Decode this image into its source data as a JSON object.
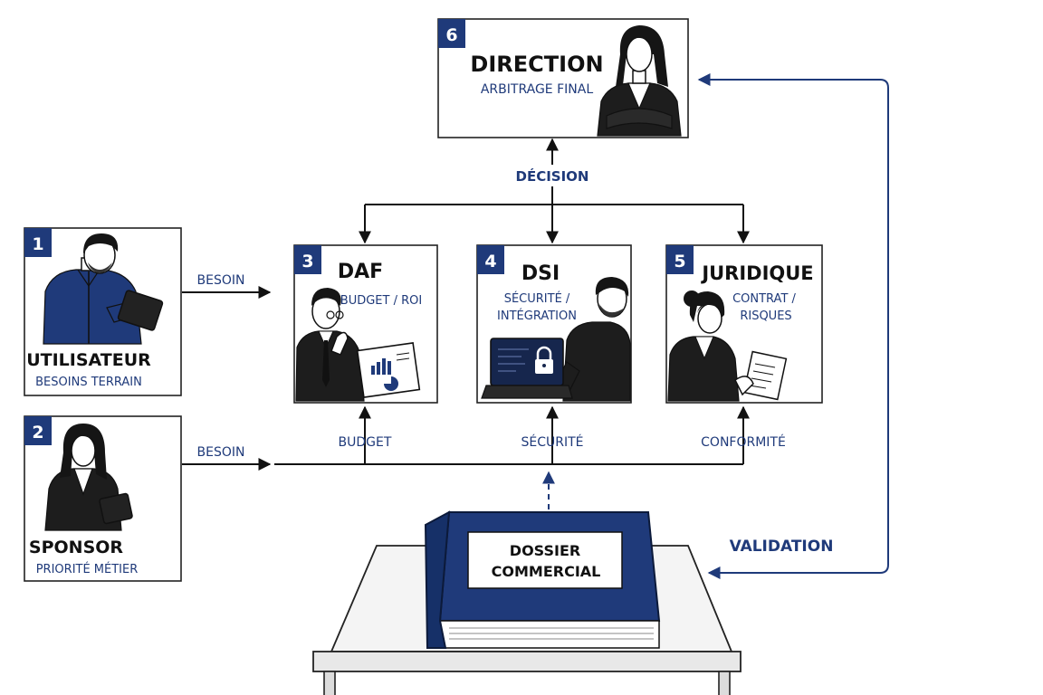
{
  "colors": {
    "navy": "#1f3a7a",
    "ink": "#111111",
    "paper": "#ffffff"
  },
  "actors": [
    {
      "number": "1",
      "title": "UTILISATEUR",
      "subtitle": "BESOINS TERRAIN",
      "icon": "man-with-tablet-icon"
    },
    {
      "number": "2",
      "title": "SPONSOR",
      "subtitle": "PRIORITÉ MÉTIER",
      "icon": "woman-with-tablet-icon"
    },
    {
      "number": "3",
      "title": "DAF",
      "subtitle_lines": [
        "BUDGET / ROI"
      ],
      "icon": "man-with-chart-icon"
    },
    {
      "number": "4",
      "title": "DSI",
      "subtitle_lines": [
        "SÉCURITÉ /",
        "INTÉGRATION"
      ],
      "icon": "man-with-laptop-lock-icon"
    },
    {
      "number": "5",
      "title": "JURIDIQUE",
      "subtitle_lines": [
        "CONTRAT /",
        "RISQUES"
      ],
      "icon": "woman-reading-document-icon"
    },
    {
      "number": "6",
      "title": "DIRECTION",
      "subtitle": "ARBITRAGE FINAL",
      "icon": "woman-arms-crossed-icon"
    }
  ],
  "flows": {
    "besoin_1": "BESOIN",
    "besoin_2": "BESOIN",
    "budget": "BUDGET",
    "securite": "SÉCURITÉ",
    "conformite": "CONFORMITÉ",
    "decision": "DÉCISION",
    "validation": "VALIDATION"
  },
  "dossier": {
    "lines": [
      "DOSSIER",
      "COMMERCIAL"
    ],
    "icon": "binder-icon"
  }
}
